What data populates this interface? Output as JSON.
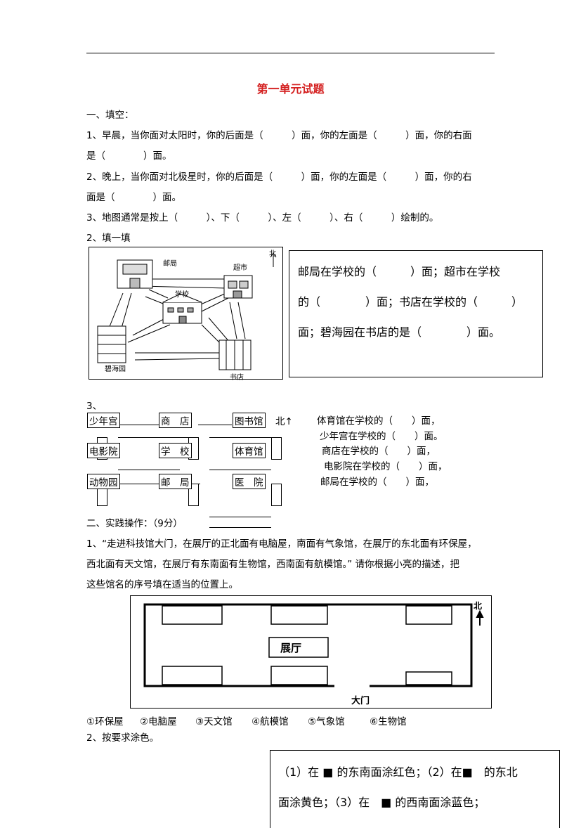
{
  "title": "第一单元试题",
  "section1": {
    "heading": "一、填空：",
    "q1_line1": "1、早晨，当你面对太阳时，你的后面是（　　　）面，你的左面是（　　　）面，你的右面",
    "q1_line2": "是（　　　　）面。",
    "q2_line1": "2、晚上，当你面对北极星时，你的后面是（　　　）面，你的左面是（　　　）面，你的右",
    "q2_line2": "面是（　　　　）面。",
    "q3": "3、地图通常是按上（　　　）、下（　　　）、左（　　　）、右（　　　）绘制的。"
  },
  "fill": {
    "heading": "2、填一填",
    "map_labels": {
      "north": "北",
      "post_office": "邮局",
      "supermarket": "超市",
      "school": "学校",
      "bihaiyuan": "碧海园",
      "bookstore": "书店"
    },
    "text_line1": "邮局在学校的（　　　）面；超市在学校",
    "text_line2": "的（　　　　）面；书店在学校的（　　　）",
    "text_line3": "面；碧海园在书店的是（　　　　）面。"
  },
  "grid": {
    "number": "3、",
    "row1": [
      "少年宫",
      "商　店",
      "图书馆"
    ],
    "row2": [
      "电影院",
      "学　校",
      "体育馆"
    ],
    "row3": [
      "动物园",
      "邮　局",
      "医　院"
    ],
    "north": "北↑",
    "statements": [
      "体育馆在学校的（　　）面，",
      "少年宫在学校的（　　）面。",
      "商店在学校的（　　）面，",
      "电影院在学校的（　　）面，",
      "邮局在学校的（　　）面，"
    ]
  },
  "section2": {
    "heading": "二、实践操作：（9分）",
    "q1_line1": "1、“走进科技馆大门，在展厅的正北面有电脑屋，南面有气象馆，在展厅的东北面有环保屋，",
    "q1_line2": "西北面有天文馆，在展厅有东南面有生物馆，西南面有航模馆。” 请你根据小亮的描述，把",
    "q1_line3": "这些馆名的序号填在适当的位置上。",
    "hall": "展厅",
    "gate": "大门",
    "north": "北",
    "options": [
      "①环保屋",
      "②电脑屋",
      "③天文馆",
      "④航模馆",
      "⑤气象馆",
      "⑥生物馆"
    ],
    "q2": "2、按要求涂色。",
    "color_line1": "（1）在 ■ 的东南面涂红色；（2）在■　的东北",
    "color_line2": "面涂黄色；（3）在　■ 的西南面涂蓝色；"
  }
}
